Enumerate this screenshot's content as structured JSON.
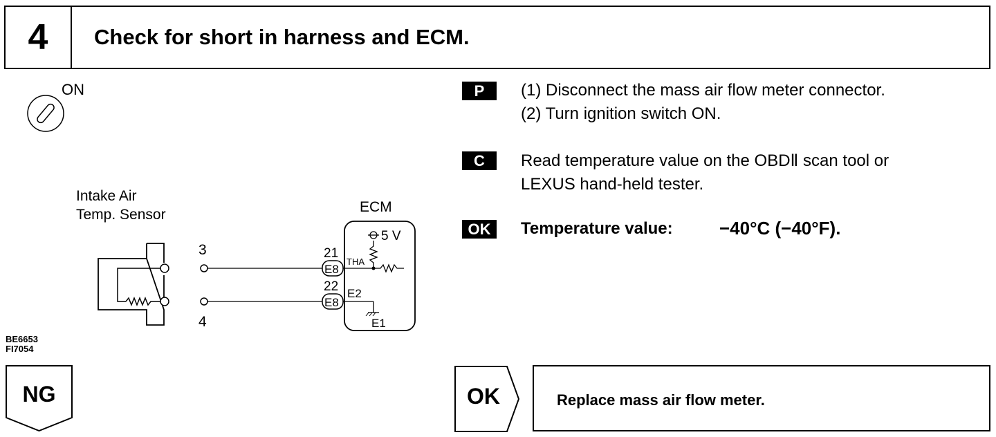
{
  "header": {
    "step": "4",
    "title": "Check for short in harness and ECM."
  },
  "ignition": {
    "label": "ON"
  },
  "diagram": {
    "sensor_label_1": "Intake Air",
    "sensor_label_2": "Temp. Sensor",
    "pin_top": "3",
    "pin_bottom": "4",
    "ecm_label": "ECM",
    "voltage": "5 V",
    "ecm_pin_1": "21",
    "ecm_pin_2": "22",
    "connector": "E8",
    "signal_1": "THA",
    "signal_2": "E2",
    "ground": "E1"
  },
  "codes": [
    "BE6653",
    "FI7054"
  ],
  "ng": {
    "label": "NG"
  },
  "steps": {
    "prep_badge": "P",
    "prep_1": "(1) Disconnect the mass air flow meter connector.",
    "prep_2": "(2) Turn ignition switch ON.",
    "check_badge": "C",
    "check_1": "Read temperature value on the OBDⅡ scan tool or",
    "check_2": "LEXUS hand-held tester.",
    "ok_badge": "OK",
    "ok_label": "Temperature value:",
    "ok_value": "−40°C (−40°F)."
  },
  "result": {
    "ok_label": "OK",
    "text": "Replace mass air flow meter."
  }
}
